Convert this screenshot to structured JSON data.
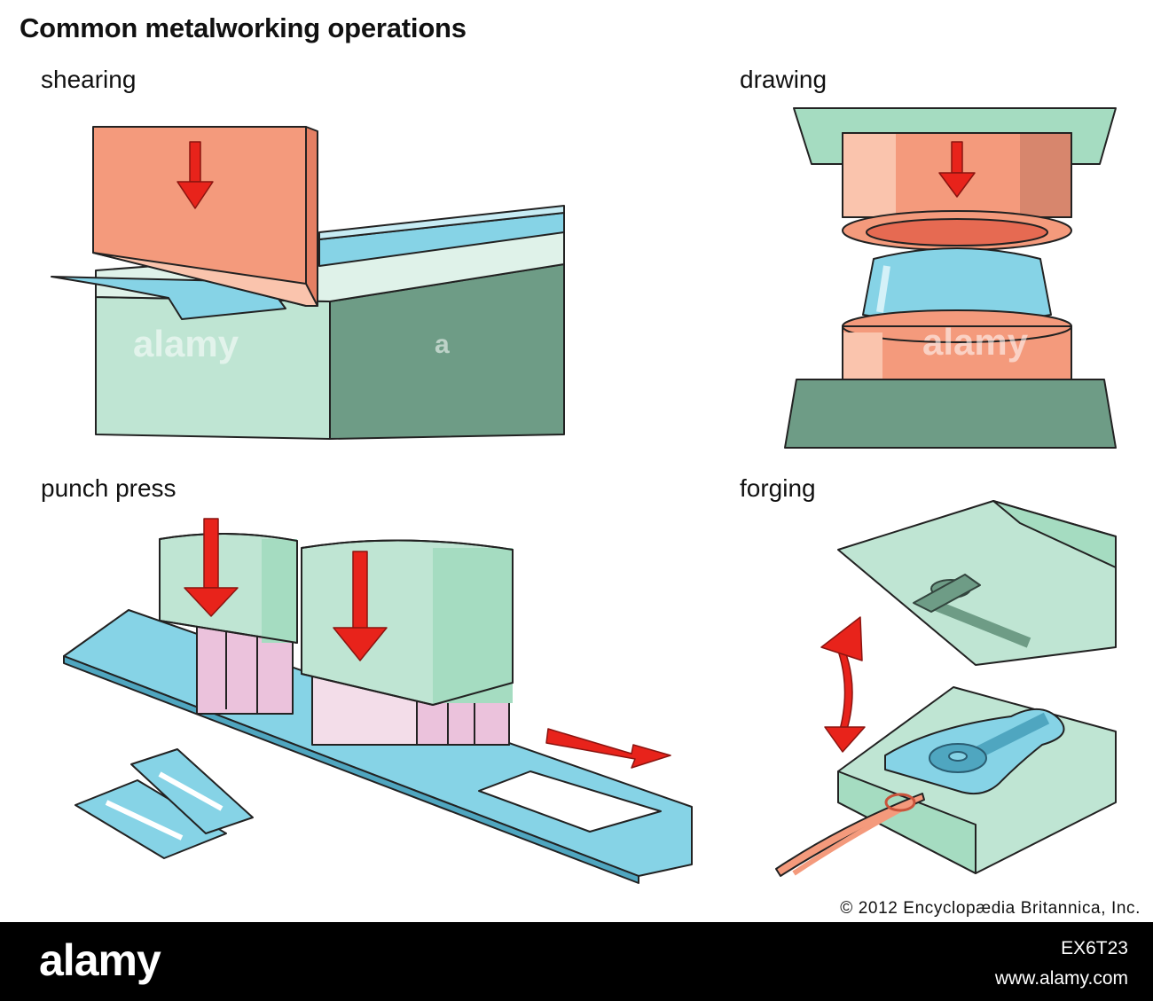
{
  "title": "Common metalworking operations",
  "panels": {
    "shearing": {
      "label": "shearing"
    },
    "drawing": {
      "label": "drawing"
    },
    "punch_press": {
      "label": "punch press"
    },
    "forging": {
      "label": "forging"
    }
  },
  "copyright": "© 2012 Encyclopædia Britannica, Inc.",
  "watermark_text": "alamy",
  "watermark_small": "a",
  "footer": {
    "logo": "alamy",
    "image_id": "EX6T23",
    "url": "www.alamy.com"
  },
  "colors": {
    "salmon": "#f49a7c",
    "mint": "#bfe5d3",
    "dark_green": "#6e9c86",
    "sky": "#86d3e6",
    "pink": "#ebc2dc",
    "arrow_red": "#e8231b"
  }
}
